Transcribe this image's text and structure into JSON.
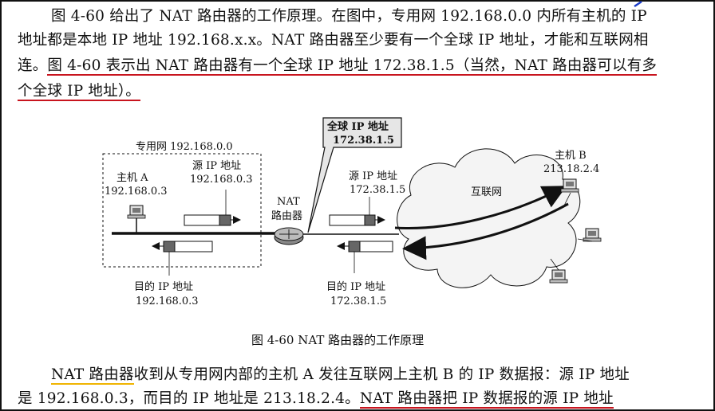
{
  "paragraph1": {
    "line1": "图 4-60 给出了 NAT 路由器的工作原理。在图中，专用网 192.168.0.0 内所有主机的 IP",
    "line2": "地址都是本地 IP 地址 192.168.x.x。NAT 路由器至少要有一个全球 IP 地址，才能和互联网相",
    "line3_a": "连。",
    "line3_b": "图 4-60 表示出 NAT 路由器有一个全球 IP 地址 172.38.1.5（当然，NAT 路由器可以有多",
    "line4": "个全球 IP 地址）。"
  },
  "figure": {
    "private_net_label": "专用网 192.168.0.0",
    "host_a_label": "主机 A",
    "host_a_ip": "192.168.0.3",
    "src_ip_label_left": "源 IP 地址",
    "src_ip_value_left": "192.168.0.3",
    "nat_label_1": "NAT",
    "nat_label_2": "路由器",
    "global_ip_callout_1": "全球 IP 地址",
    "global_ip_callout_2": "172.38.1.5",
    "src_ip_label_right": "源 IP 地址",
    "src_ip_value_right": "172.38.1.5",
    "internet_label": "互联网",
    "host_b_label": "主机 B",
    "host_b_ip": "213.18.2.4",
    "dst_ip_label_left": "目的 IP 地址",
    "dst_ip_value_left": "192.168.0.3",
    "dst_ip_label_right": "目的 IP 地址",
    "dst_ip_value_right": "172.38.1.5",
    "caption": "图 4-60    NAT 路由器的工作原理"
  },
  "paragraph2": {
    "line1_a": "NAT 路由器",
    "line1_b": "收到从专用网内部的主机 A 发往互联网上主机 B 的 IP 数据报：源 IP 地址",
    "line2_a": "是  192.168.0.3，而目的  IP  地址是  213.18.2.4。",
    "line2_b": "NAT  路由器把  IP  数据报的源  IP  地址"
  },
  "colors": {
    "underline_red": "#c8141e",
    "underline_yellow": "#f0b400"
  }
}
